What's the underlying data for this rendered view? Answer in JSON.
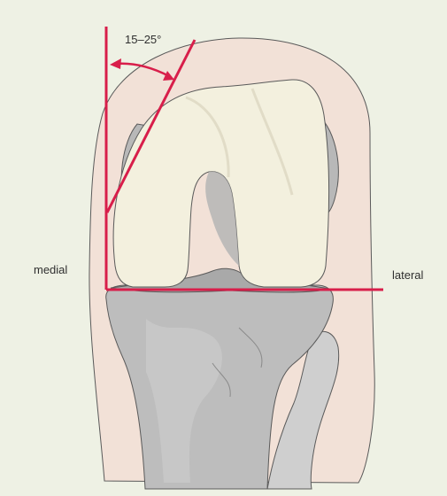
{
  "labels": {
    "angle": "15–25°",
    "medial": "medial",
    "lateral": "lateral"
  },
  "colors": {
    "background": "#eef1e4",
    "soft_tissue": "#f2e1d7",
    "femur": "#f3f0de",
    "bone_gray": "#bdbdbd",
    "reference_line": "#d81e4a"
  }
}
